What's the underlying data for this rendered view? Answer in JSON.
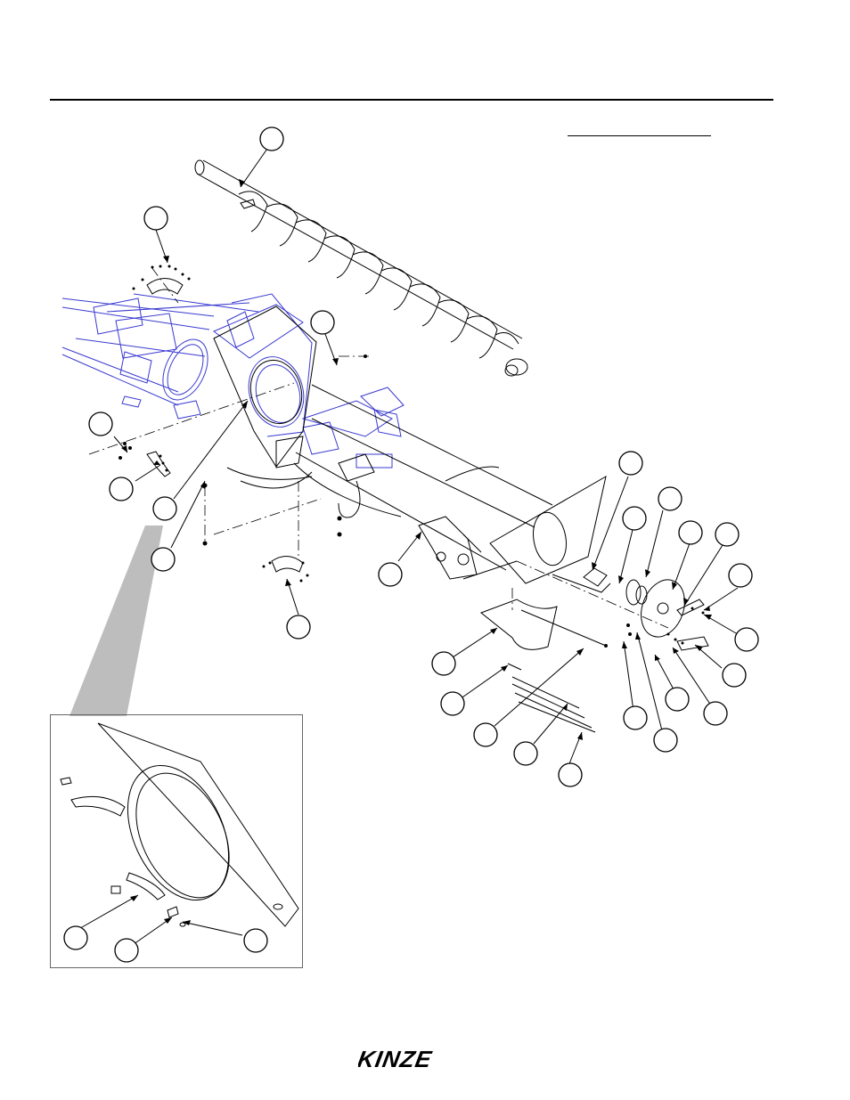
{
  "document": {
    "title_text": "",
    "brand": "KINZE"
  },
  "colors": {
    "line": "#000000",
    "blue_assembly": "#3a3ad0",
    "callout_fill": "#ffffff",
    "zoom_wedge": "#bdbdbd"
  },
  "callouts": {
    "main_count": 28,
    "inset_count": 3
  }
}
